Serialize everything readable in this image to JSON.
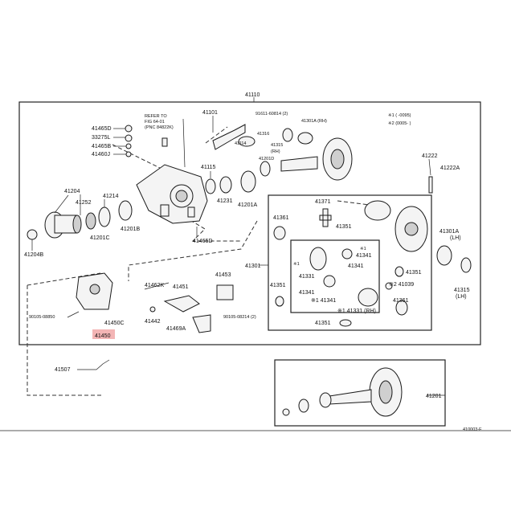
{
  "colors": {
    "highlight": "#f3b5b5",
    "line": "#1a1a1a"
  },
  "labels": {
    "assembly": "41110",
    "note1": "※1 (      -0095)",
    "note2": "※2 (0005-      )",
    "refer1": "REFER TO",
    "refer2": "FIG 64-01",
    "refer3": "(PNC 84822K)",
    "p41101": "41101",
    "p91611": "91611-60814 (2)",
    "p41301a_rh": "41301A (RH)",
    "p41316": "41316",
    "p41114": "41114",
    "p41315_rh": "41315",
    "rh": "(RH)",
    "p41201d": "41201D",
    "p41222": "41222",
    "p41222a": "41222A",
    "p41465d_top": "41465D",
    "p33275l": "33275L",
    "p41465b": "41465B",
    "p41460j": "41460J",
    "p41115": "41115",
    "p41231": "41231",
    "p41201a": "41201A",
    "p41371": "41371",
    "p41204": "41204",
    "p41252": "41252",
    "p41214": "41214",
    "p41361_top": "41361",
    "p41351_top": "41351",
    "p41201c": "41201C",
    "p41201b": "41201B",
    "p41465d_bot": "41465D",
    "p41204b": "41204B",
    "p41301a_lh": "41301A",
    "lh": "(LH)",
    "p41301": "41301",
    "p41341_s1a": "※1",
    "p41341_a": "41341",
    "p41341_s1b": "※1",
    "p41341_b": "41341",
    "p41351_r": "41351",
    "p41331_lh": "41331",
    "p41339": "※2 41039",
    "p41351_left": "41351",
    "p41453": "41453",
    "p41462k": "41462K",
    "p41451": "41451",
    "p41341_c": "41341",
    "p41341_d": "※1 41341",
    "p41361_bot": "41361",
    "p41315_lh": "41315",
    "p41331_rh": "※1 41331 (RH)",
    "p41351_bot": "41351",
    "p90105_08850": "90105-08850",
    "p41450c": "41450C",
    "p41442": "41442",
    "p90105_08214": "90105-08214 (2)",
    "p41469a": "41469A",
    "p41450": "41450",
    "p41507": "41507",
    "p41201": "41201",
    "figure_code": "410003-F"
  }
}
